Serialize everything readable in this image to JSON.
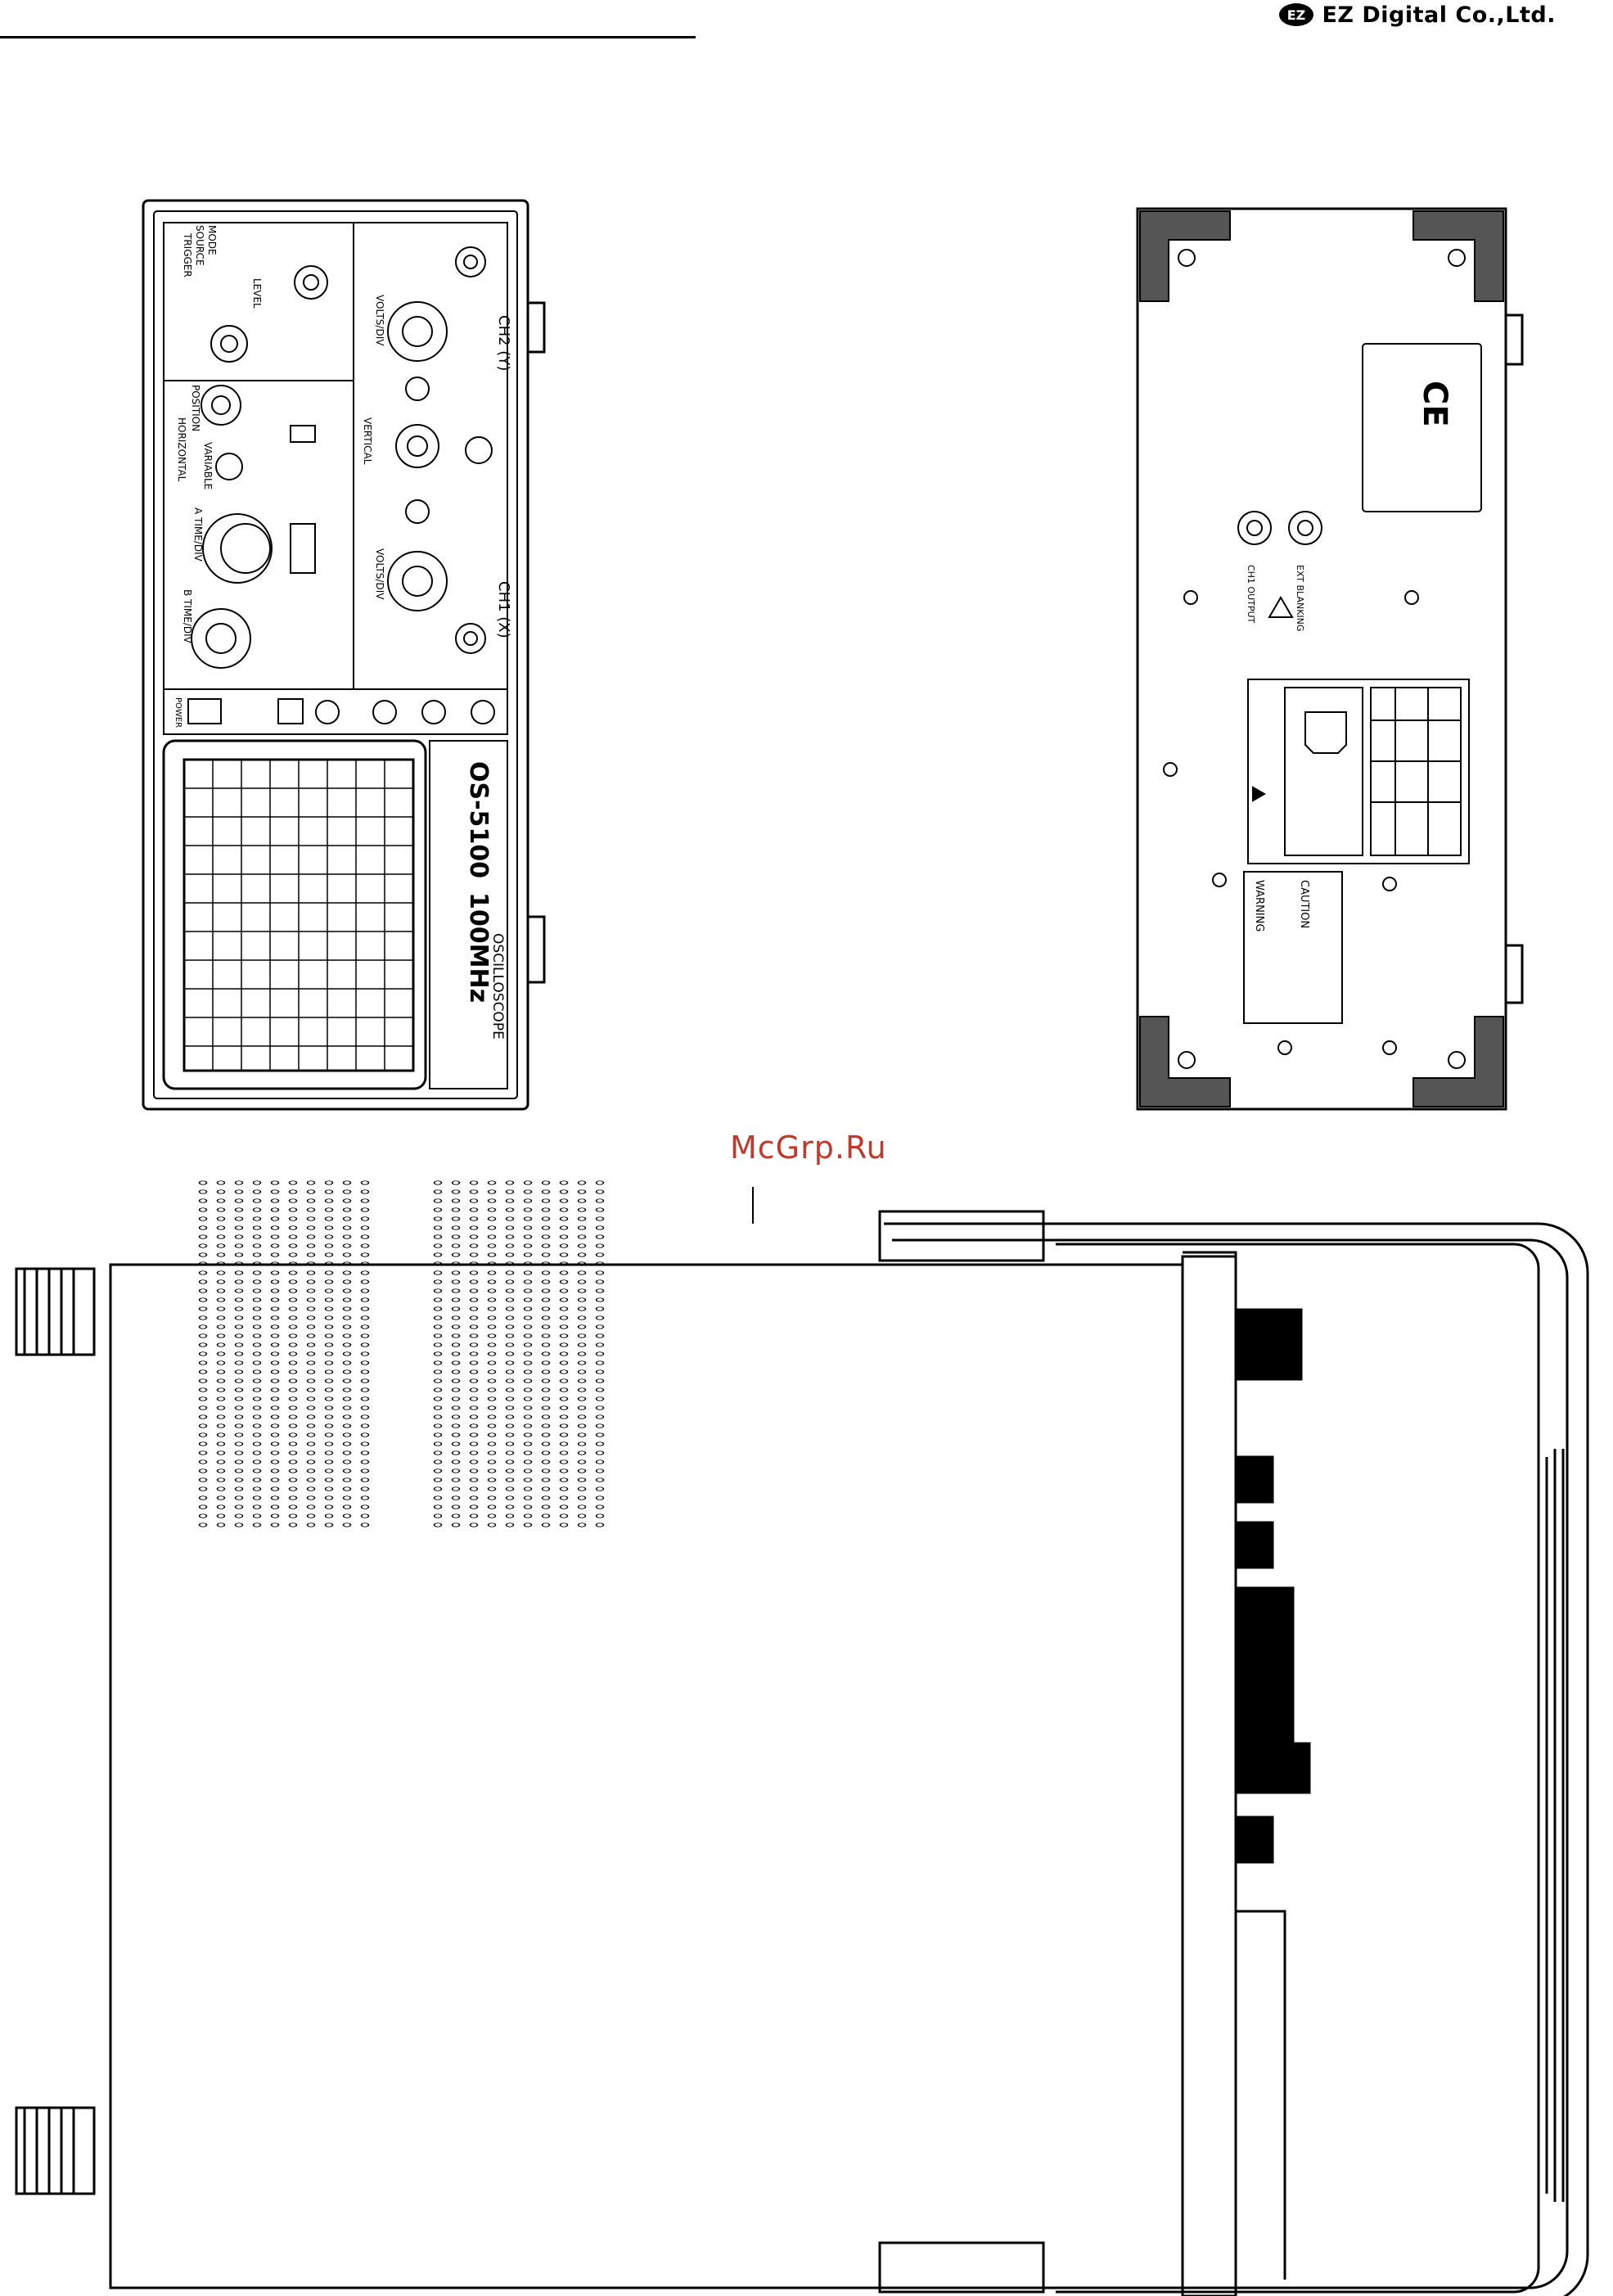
{
  "header": {
    "brand_name": "EZ Digital Co.,Ltd."
  },
  "watermark": "McGrp.Ru",
  "front_panel": {
    "model_label": "OS-5100",
    "bandwidth_label": "100MHz",
    "product_label": "OSCILLOSCOPE",
    "section_trigger": "TRIGGER",
    "section_horizontal": "HORIZONTAL",
    "section_vertical": "VERTICAL",
    "label_source": "SOURCE",
    "label_mode": "MODE",
    "label_level": "LEVEL",
    "label_position": "POSITION",
    "label_variable": "VARIABLE",
    "label_a_time_div": "A TIME/DIV",
    "label_b_time_div": "B TIME/DIV",
    "label_volts_div": "VOLTS/DIV",
    "label_ch1": "CH1 (X)",
    "label_ch2": "CH2 (Y)",
    "label_power": "POWER"
  },
  "rear_panel": {
    "ce_mark": "CE",
    "warning_title": "WARNING",
    "caution_title": "CAUTION",
    "ch1_output": "CH1 OUTPUT",
    "ext_blanking": "EXT BLANKING"
  }
}
